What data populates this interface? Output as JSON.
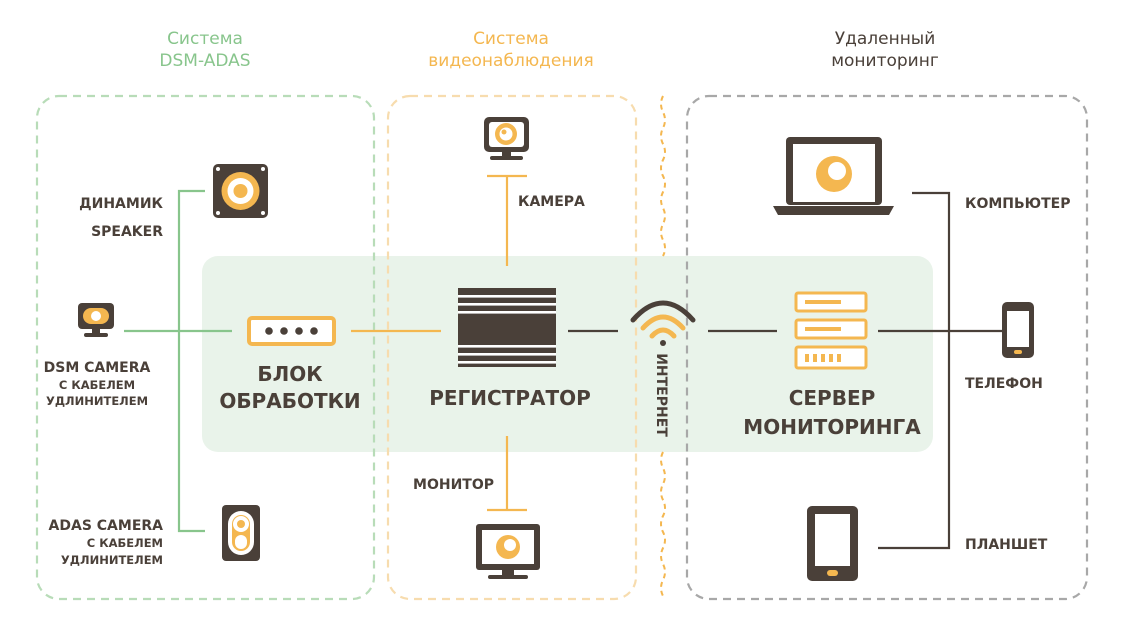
{
  "colors": {
    "green": "#88c58c",
    "orange": "#f4b750",
    "gray": "#9a9a9a",
    "dark": "#4a4039",
    "band": "#e9f3ea"
  },
  "sections": {
    "dsm": {
      "line1": "Система",
      "line2": "DSM-ADAS"
    },
    "video": {
      "line1": "Система",
      "line2": "видеонаблюдения"
    },
    "remote": {
      "line1": "Удаленный",
      "line2": "мониторинг"
    }
  },
  "devices": {
    "speaker": {
      "line1": "ДИНАМИК",
      "line2": "SPEAKER",
      "icon": "speaker-icon"
    },
    "dsm_camera": {
      "line1": "DSM CAMERA",
      "line2": "С КАБЕЛЕМ",
      "line3": "УДЛИНИТЕЛЕМ",
      "icon": "webcam-icon"
    },
    "adas_camera": {
      "line1": "ADAS CAMERA",
      "line2": "С КАБЕЛЕМ",
      "line3": "УДЛИНИТЕЛЕМ",
      "icon": "adas-camera-icon"
    },
    "processing": {
      "line1": "БЛОК",
      "line2": "ОБРАБОТКИ",
      "icon": "processing-unit-icon"
    },
    "camera": {
      "label": "КАМЕРА",
      "icon": "camera-icon"
    },
    "recorder": {
      "label": "РЕГИСТРАТОР",
      "icon": "recorder-icon"
    },
    "monitor": {
      "label": "МОНИТОР",
      "icon": "monitor-icon"
    },
    "internet": {
      "label": "ИНТЕРНЕТ",
      "icon": "wifi-icon"
    },
    "server": {
      "line1": "СЕРВЕР",
      "line2": "МОНИТОРИНГА",
      "icon": "server-icon"
    },
    "computer": {
      "label": "КОМПЬЮТЕР",
      "icon": "laptop-icon"
    },
    "phone": {
      "label": "ТЕЛЕФОН",
      "icon": "phone-icon"
    },
    "tablet": {
      "label": "ПЛАНШЕТ",
      "icon": "tablet-icon"
    }
  }
}
